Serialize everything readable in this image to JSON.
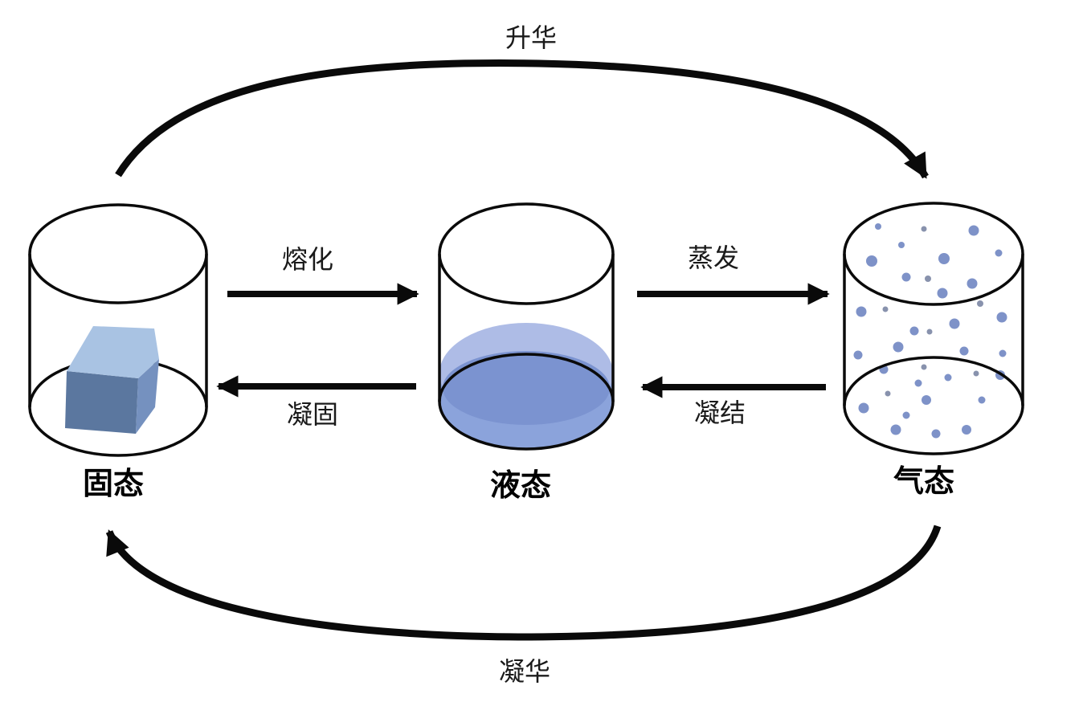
{
  "states": {
    "solid": {
      "label": "固态"
    },
    "liquid": {
      "label": "液态"
    },
    "gas": {
      "label": "气态"
    }
  },
  "transitions": {
    "melting": {
      "label": "熔化",
      "from": "solid",
      "to": "liquid",
      "arrow": "straight-right"
    },
    "freezing": {
      "label": "凝固",
      "from": "liquid",
      "to": "solid",
      "arrow": "straight-left"
    },
    "evaporation": {
      "label": "蒸发",
      "from": "liquid",
      "to": "gas",
      "arrow": "straight-right"
    },
    "condensation": {
      "label": "凝结",
      "from": "gas",
      "to": "liquid",
      "arrow": "straight-left"
    },
    "sublimation": {
      "label": "升华",
      "from": "solid",
      "to": "gas",
      "arrow": "curved-top"
    },
    "deposition": {
      "label": "凝华",
      "from": "gas",
      "to": "solid",
      "arrow": "curved-bottom"
    }
  },
  "colors": {
    "background": "#ffffff",
    "line": "#0a0a0a",
    "label_text": "#1a1a1a",
    "solid_block_top": "#a9c3e3",
    "solid_block_front": "#5b779f",
    "solid_block_side": "#7591bf",
    "liquid_rim": "#aebce6",
    "liquid_body": "#8ba3db",
    "liquid_surface": "#7b93d0",
    "particle": "#7e92c8",
    "particle_small": "#8892ad"
  }
}
